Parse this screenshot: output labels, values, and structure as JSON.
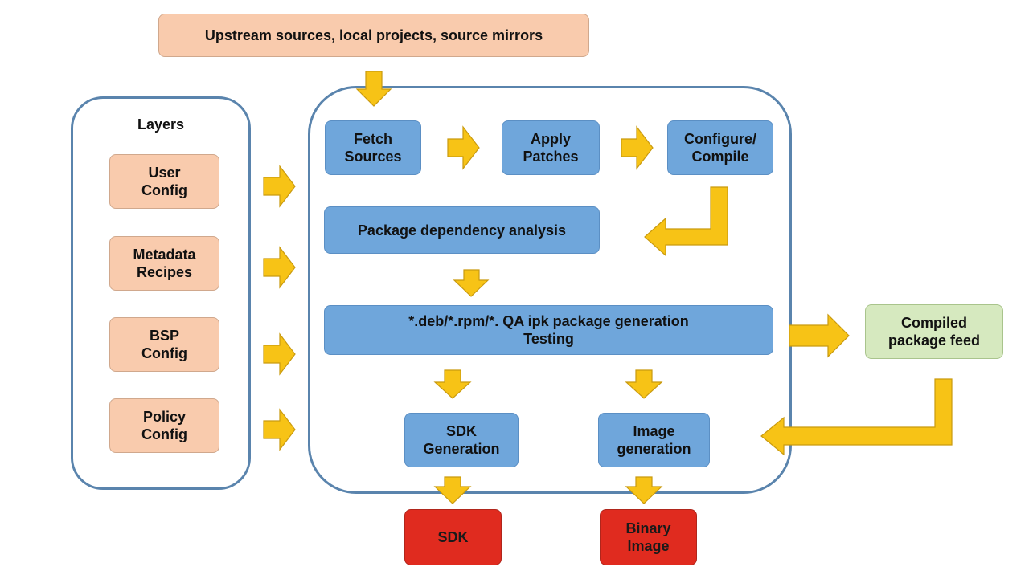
{
  "upstream": {
    "label": "Upstream sources, local projects, source mirrors"
  },
  "layers": {
    "title": "Layers",
    "items": [
      {
        "label": "User\nConfig"
      },
      {
        "label": "Metadata\nRecipes"
      },
      {
        "label": "BSP\nConfig"
      },
      {
        "label": "Policy\nConfig"
      }
    ]
  },
  "pipeline": {
    "fetch": "Fetch\nSources",
    "patch": "Apply\nPatches",
    "compile": "Configure/\nCompile",
    "dependency": "Package dependency analysis",
    "generation": "*.deb/*.rpm/*. QA ipk package generation\nTesting",
    "sdk_gen": "SDK\nGeneration",
    "image_gen": "Image\ngeneration"
  },
  "feed": {
    "label": "Compiled\npackage feed"
  },
  "outputs": {
    "sdk": "SDK",
    "binary_image": "Binary\nImage"
  },
  "colors": {
    "process_box": "#6fa6db",
    "input_box": "#f9cbad",
    "feed_box": "#d6e9bf",
    "output_box": "#e02b1f",
    "arrow": "#f7c316",
    "container_border": "#5a84ad"
  }
}
